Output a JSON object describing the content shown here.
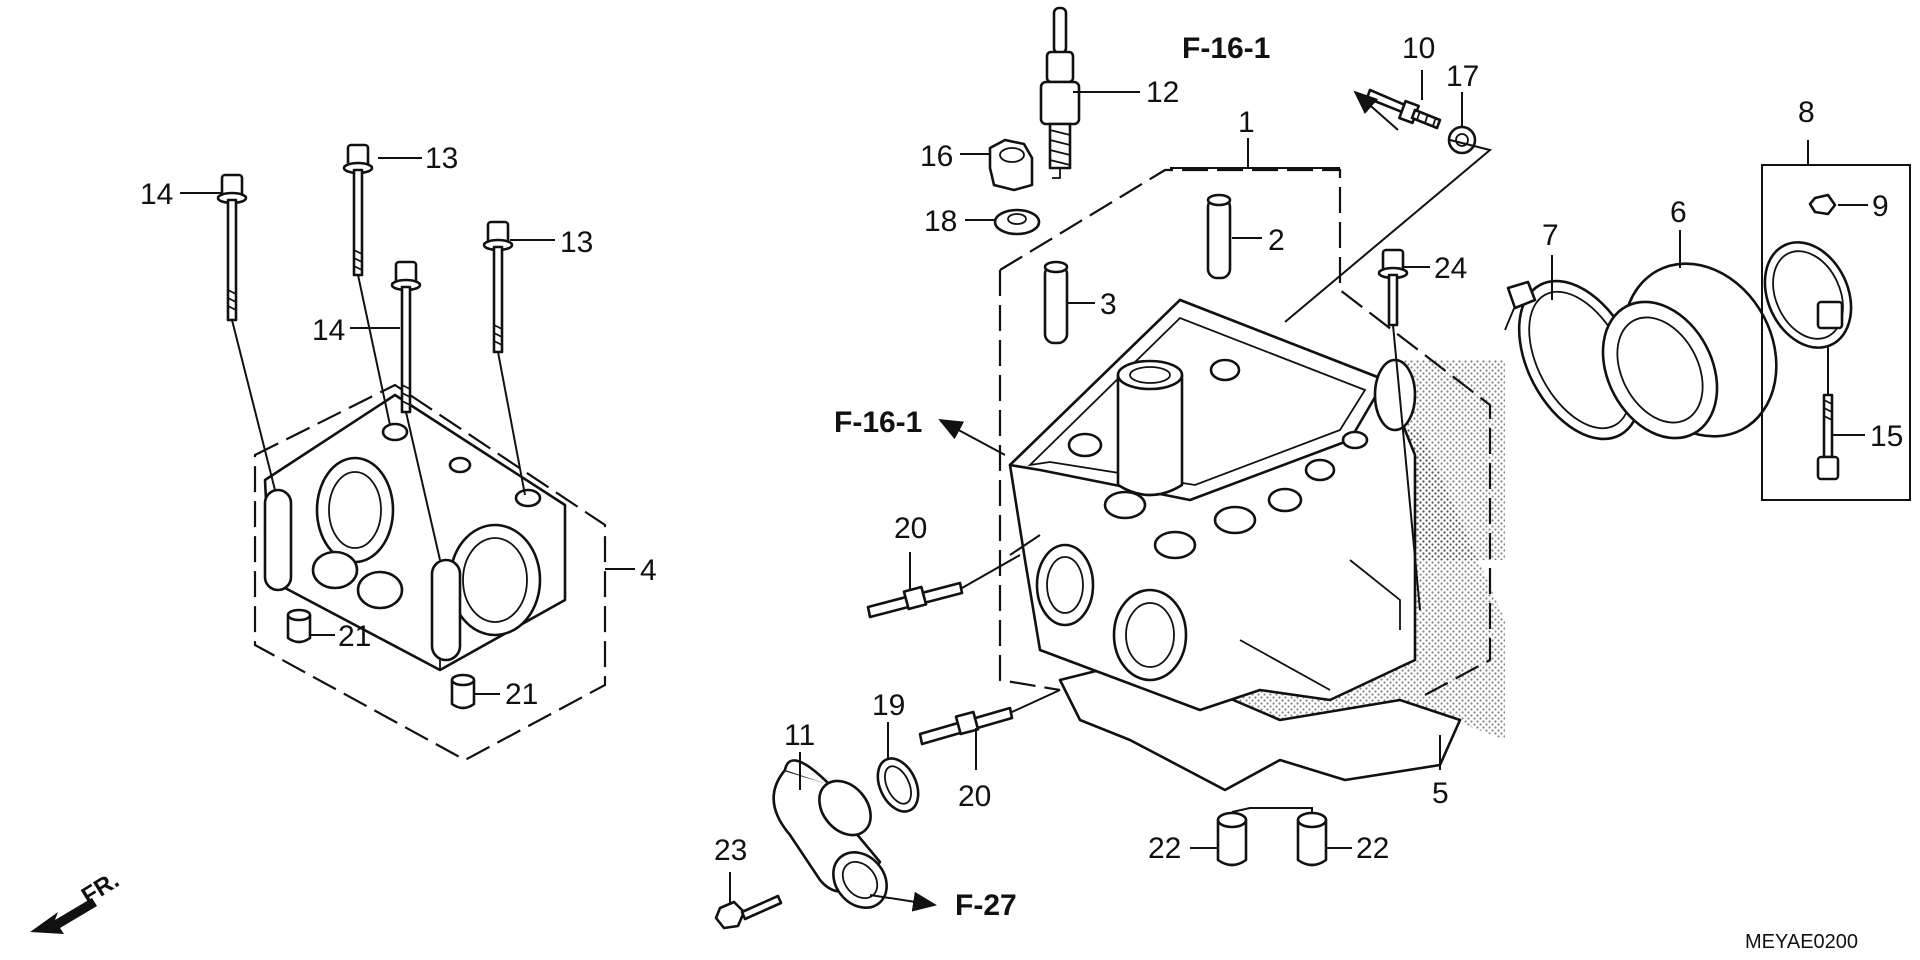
{
  "diagram": {
    "code": "MEYAE0200",
    "front_label": "FR.",
    "refs": [
      "F-16-1",
      "F-16-1",
      "F-27"
    ],
    "labels": {
      "p1": "1",
      "p2": "2",
      "p3": "3",
      "p4": "4",
      "p5": "5",
      "p6": "6",
      "p7": "7",
      "p8": "8",
      "p9": "9",
      "p10": "10",
      "p11": "11",
      "p12": "12",
      "p13a": "13",
      "p13b": "13",
      "p14a": "14",
      "p14b": "14",
      "p15": "15",
      "p16": "16",
      "p17": "17",
      "p18": "18",
      "p19": "19",
      "p20a": "20",
      "p20b": "20",
      "p21a": "21",
      "p21b": "21",
      "p22a": "22",
      "p22b": "22",
      "p23": "23",
      "p24": "24"
    }
  }
}
